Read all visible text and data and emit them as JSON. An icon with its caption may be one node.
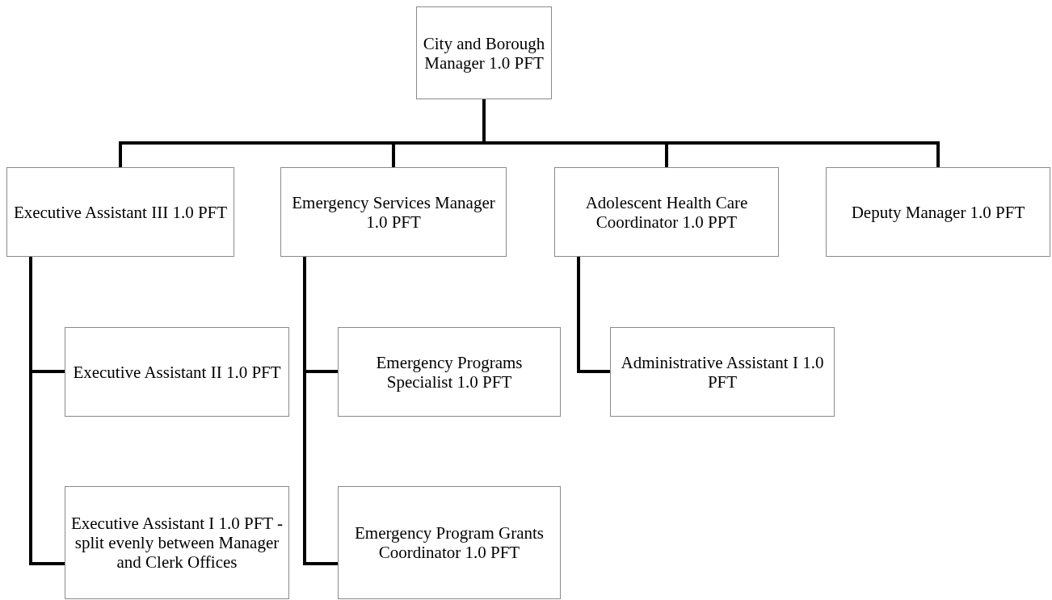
{
  "diagram": {
    "nodes": [
      {
        "text": [
          "City and Borough Manager 1.0 PFT"
        ]
      },
      {
        "text": [
          "Executive Assistant III 1.0 PFT"
        ]
      },
      {
        "text": [
          "Emergency Services Manager 1.0 PFT"
        ]
      },
      {
        "text": [
          "Adolescent Health Care Coordinator 1.0 PPT"
        ]
      },
      {
        "text": [
          "Deputy Manager 1.0 PFT"
        ]
      },
      {
        "text": [
          "Executive Assistant II 1.0 PFT"
        ]
      },
      {
        "text": [
          "Executive Assistant I 1.0 PFT - split evenly between Manager and Clerk Offices"
        ]
      },
      {
        "text": [
          "Emergency Programs Specialist 1.0 PFT"
        ]
      },
      {
        "text": [
          "Emergency Program Grants Coordinator 1.0 PFT"
        ]
      },
      {
        "text": [
          "Administrative Assistant I 1.0 PFT"
        ]
      }
    ],
    "edges": [
      {
        "from": 0,
        "to": 1,
        "arrow": "none"
      },
      {
        "from": 0,
        "to": 2,
        "arrow": "none"
      },
      {
        "from": 0,
        "to": 3,
        "arrow": "none"
      },
      {
        "from": 0,
        "to": 4,
        "arrow": "none"
      },
      {
        "from": 1,
        "to": 5,
        "arrow": "none"
      },
      {
        "from": 1,
        "to": 6,
        "arrow": "none"
      },
      {
        "from": 2,
        "to": 7,
        "arrow": "none"
      },
      {
        "from": 2,
        "to": 8,
        "arrow": "none"
      },
      {
        "from": 3,
        "to": 9,
        "arrow": "none"
      }
    ]
  }
}
